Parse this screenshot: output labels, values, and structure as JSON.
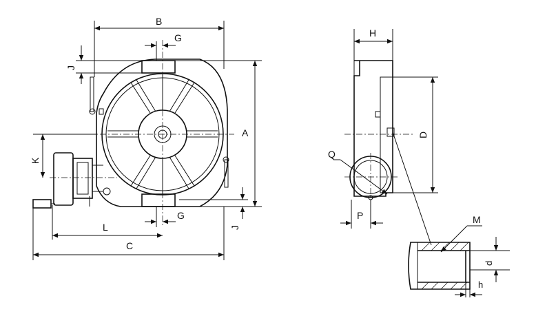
{
  "labels": {
    "B": "B",
    "G_top": "G",
    "J_top": "J",
    "A": "A",
    "K": "K",
    "L": "L",
    "G_bottom": "G",
    "J_bottom": "J",
    "C": "C",
    "H": "H",
    "D": "D",
    "Q": "Q",
    "P": "P",
    "M": "M",
    "d": "d",
    "h": "h"
  }
}
